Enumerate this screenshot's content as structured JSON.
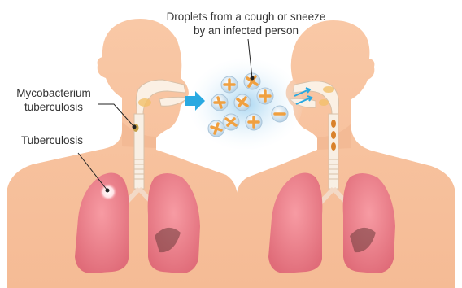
{
  "labels": {
    "droplets_line1": "Droplets from a cough or sneeze",
    "droplets_line2": "by an infected person",
    "myco_line1": "Mycobacterium",
    "myco_line2": "tuberculosis",
    "tuberculosis": "Tuberculosis"
  },
  "colors": {
    "skin": "#f9c8a6",
    "skin_shadow": "#f0b48f",
    "lung": "#f2858f",
    "lung_dark": "#d9606e",
    "airway": "#fbf0e4",
    "droplet": "#cfe1ef",
    "bacterium": "#f0a040",
    "arrow": "#29a9e1"
  }
}
